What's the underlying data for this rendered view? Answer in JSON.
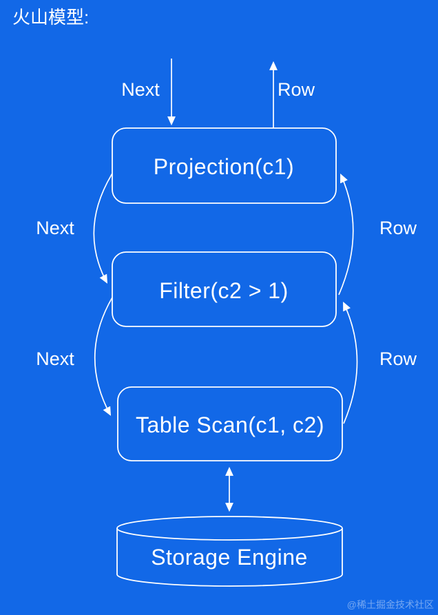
{
  "colors": {
    "background": "#1268e7",
    "line": "#ffffff",
    "text": "#ffffff",
    "watermark": "rgba(255,255,255,0.42)"
  },
  "title": "火山模型:",
  "diagram": {
    "type": "flow-diagram",
    "nodes": [
      {
        "id": "projection",
        "label": "Projection(c1)",
        "shape": "rounded-rect"
      },
      {
        "id": "filter",
        "label": "Filter(c2 > 1)",
        "shape": "rounded-rect"
      },
      {
        "id": "table-scan",
        "label": "Table Scan(c1, c2)",
        "shape": "rounded-rect"
      },
      {
        "id": "storage-engine",
        "label": "Storage Engine",
        "shape": "cylinder"
      }
    ],
    "edge_labels": {
      "top_next": "Next",
      "top_row": "Row",
      "mid1_next": "Next",
      "mid1_row": "Row",
      "mid2_next": "Next",
      "mid2_row": "Row"
    }
  },
  "watermark": "@稀土掘金技术社区"
}
